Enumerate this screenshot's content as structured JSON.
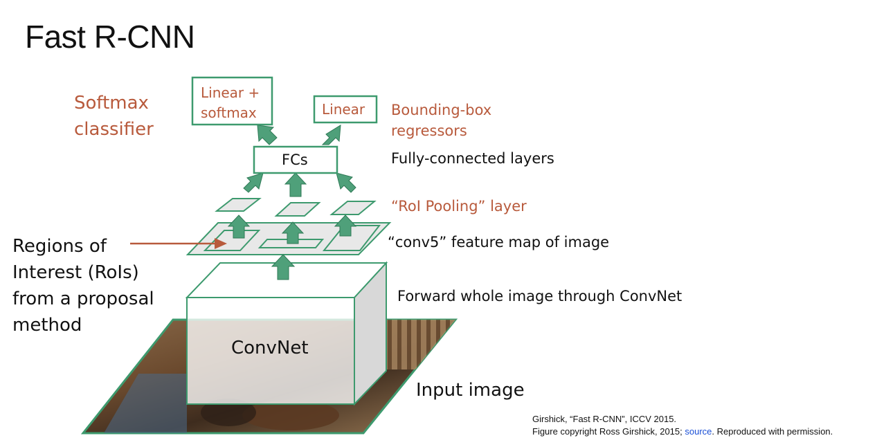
{
  "title": "Fast R-CNN",
  "labels": {
    "softmax_classifier": [
      "Softmax",
      "classifier"
    ],
    "linear_softmax": [
      "Linear +",
      "softmax"
    ],
    "linear": "Linear",
    "bbox_regressors": [
      "Bounding-box",
      "regressors"
    ],
    "fcs": "FCs",
    "fully_connected": "Fully-connected layers",
    "roi_pooling": "“RoI Pooling” layer",
    "conv5": "“conv5” feature map of image",
    "regions_of_interest": [
      "Regions of",
      "Interest (RoIs)",
      "from a proposal",
      "method"
    ],
    "forward": "Forward whole image through ConvNet",
    "convnet": "ConvNet",
    "input_image": "Input image"
  },
  "citation": {
    "line1": "Girshick, “Fast R-CNN”, ICCV 2015.",
    "line2_prefix": "Figure copyright Ross Girshick, 2015; ",
    "line2_link": "source",
    "line2_suffix": ". Reproduced with permission."
  },
  "colors": {
    "accent_green": "#3d9a6e",
    "arrow_green": "#4fa07a",
    "label_red": "#b85a3c",
    "link_blue": "#1a4fd6"
  }
}
